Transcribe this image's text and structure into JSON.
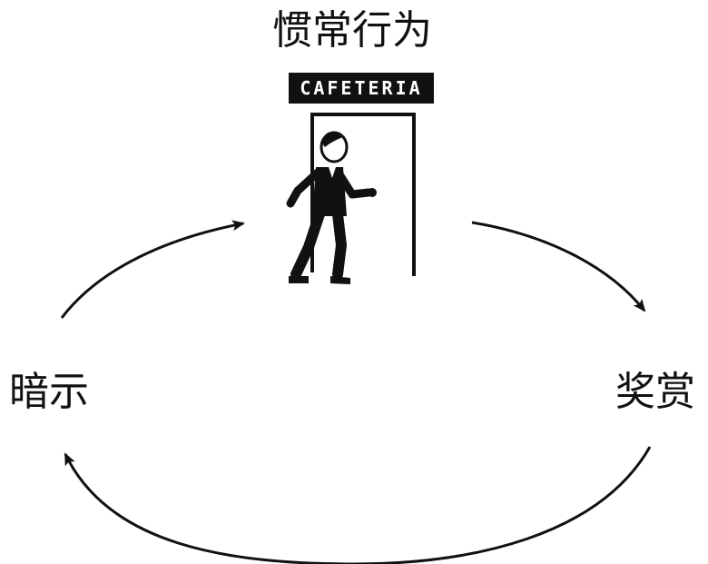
{
  "labels": {
    "routine": "惯常行为",
    "cue": "暗示",
    "reward": "奖赏"
  },
  "sign": {
    "text": "CAFETERIA"
  },
  "colors": {
    "ink": "#111111",
    "background": "#ffffff"
  },
  "icons": {
    "figure": "walking-person-icon",
    "door": "doorway-icon"
  }
}
